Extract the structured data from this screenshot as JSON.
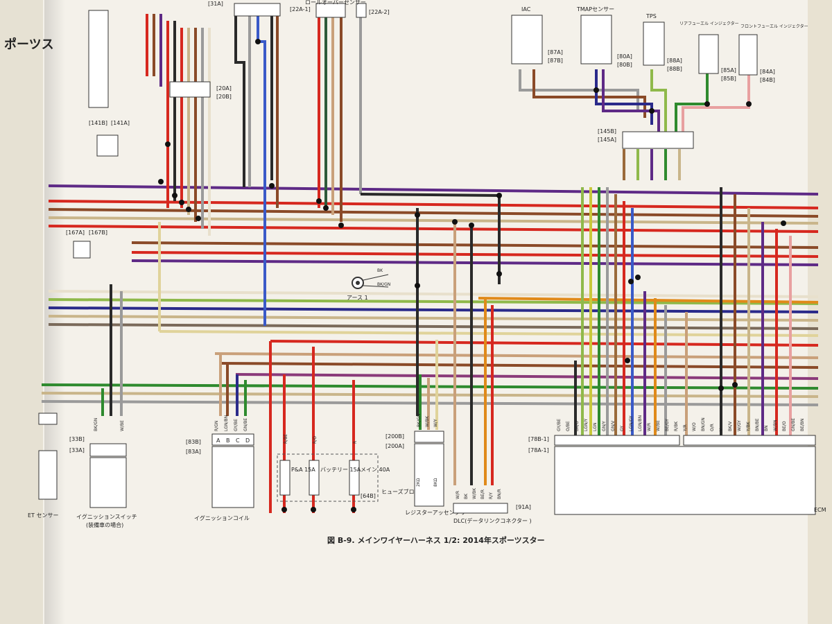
{
  "page": {
    "header_left": "ポーツス",
    "caption": "図 B-9. メインワイヤーハーネス 1/2: 2014年スポーツスター"
  },
  "connectors_top": {
    "c31A": "[31A]",
    "c22A1": "[22A-1]",
    "c22A2": "[22A-2]",
    "roll_sensor": "ロールオーバーセンサー",
    "c20A": "[20A]",
    "c20B": "[20B]",
    "c141B": "[141B]",
    "c141A": "[141A]",
    "c167A": "[167A]",
    "c167B": "[167B]"
  },
  "sensors_top": {
    "iac": "IAC",
    "tmap": "TMAPセンサー",
    "tps": "TPS",
    "rear_injector": "リアフューエル インジェクター",
    "front_injector": "フロントフューエル インジェクター",
    "c87A": "[87A]",
    "c87B": "[87B]",
    "c80A": "[80A]",
    "c80B": "[80B]",
    "c88A": "[88A]",
    "c88B": "[88B]",
    "c85A": "[85A]",
    "c85B": "[85B]",
    "c84A": "[84A]",
    "c84B": "[84B]",
    "c145B": "[145B]",
    "c145A": "[145A]"
  },
  "ground": {
    "label": "アース 1",
    "bk": "BK",
    "bkgn": "BK/GN"
  },
  "bottom_components": {
    "et_sensor": "ET センサー",
    "ignition_switch": "イグニッションスイッチ",
    "ignition_switch_note": "(装備車の場合)",
    "ignition_coil": "イグニッションコイル",
    "c33B": "[33B]",
    "c33A": "[33A]",
    "c83B": "[83B]",
    "c83A": "[83A]",
    "coil_pins": [
      "A",
      "B",
      "C",
      "D"
    ],
    "coil_wires": [
      "R/GN",
      "LGN/BN",
      "GY/BE",
      "GN/BE"
    ],
    "ign_wires": [
      "BK/GN",
      "W/BE"
    ],
    "fuse_pa": "P&A 15A",
    "fuse_batt": "バッテリー 15A",
    "fuse_main": "メイン 40A",
    "fuse_block": "ヒューズブロック",
    "c64B": "[64B]",
    "fuse_wires": [
      "R/BE",
      "R/O",
      "R"
    ],
    "regulator": "レジスターアッセンブリー",
    "c200B": "[200B]",
    "c200A": "[200A]",
    "reg_wires": [
      "BK/GN",
      "W/BK",
      "W/Y"
    ],
    "res_2k": "2KΩ",
    "res_8k": "8KΩ",
    "dlc": "DLC(データリンクコネクター )",
    "c91A": "[91A]",
    "dlc_wires": [
      "W/R",
      "BK",
      "W/BK",
      "BE/R",
      "R/Y",
      "BN/R"
    ],
    "ecm_conn": "[78B-1]",
    "ecm_conn2": "[78A-1]",
    "ecm_label": "ECM",
    "ecm_wires": [
      "GY/BE",
      "O/BE",
      "BK/O",
      "LGN/Y",
      "LGN",
      "GN/Y",
      "GN/V",
      "GY",
      "LGN/GY",
      "LGN/BN",
      "W/R",
      "W/BE",
      "BE/GY",
      "R/BK",
      "Y/R",
      "W/O",
      "BN/GN",
      "O/R",
      "V",
      "BK/V",
      "W/GY",
      "Y/BK",
      "BN/BE",
      "BN",
      "W/BN",
      "BE/O",
      "GN/BE",
      "BE/BN"
    ]
  }
}
